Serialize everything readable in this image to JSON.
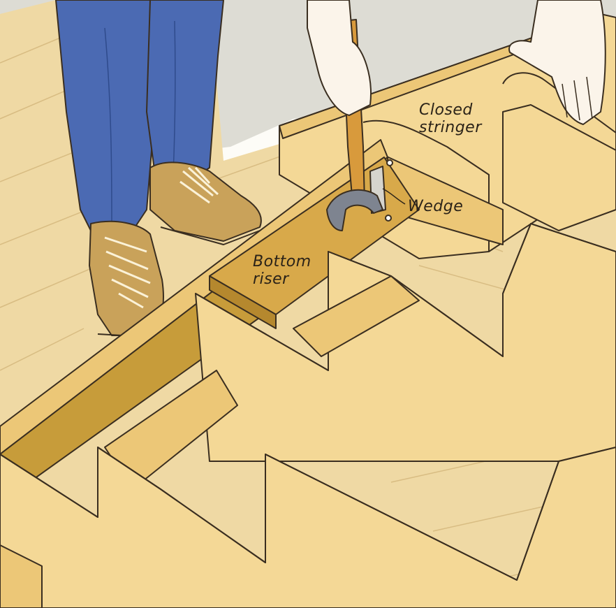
{
  "labels": {
    "closed_stringer": [
      "Closed",
      "stringer"
    ],
    "wedge": "Wedge",
    "bottom_riser": [
      "Bottom",
      "riser"
    ]
  },
  "colors": {
    "floor": "#efd9a4",
    "floor_grain": "#d8bc82",
    "wood_light": "#f4d896",
    "wood_mid": "#ecc777",
    "wood_dark": "#c79c3a",
    "wall": "#dddcd4",
    "jeans": "#4b6ab3",
    "boot": "#c9a25a",
    "skin": "#fbf4ea",
    "handle": "#d89a3c",
    "hammer_head": "#7e8490",
    "outline": "#3a2e20"
  }
}
